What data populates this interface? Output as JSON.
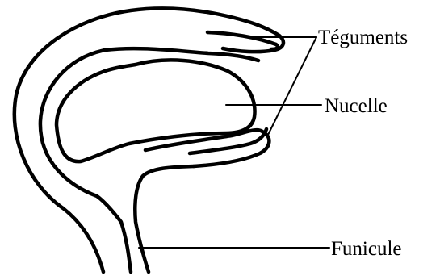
{
  "labels": {
    "teguments": "Téguments",
    "nucelle": "Nucelle",
    "funicule": "Funicule"
  }
}
